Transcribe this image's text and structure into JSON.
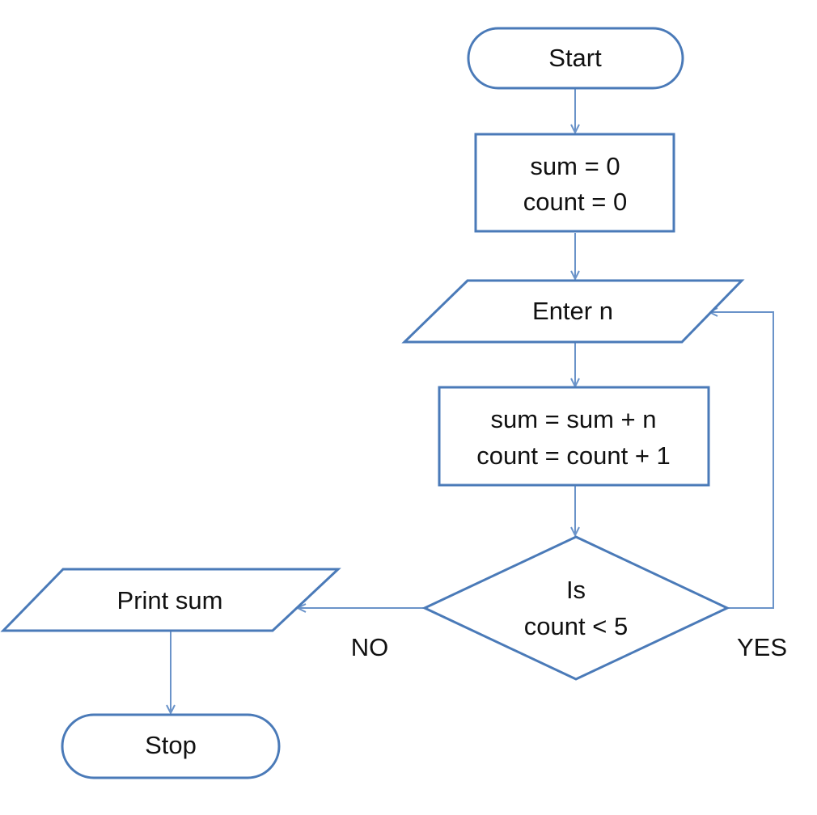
{
  "diagram": {
    "colors": {
      "shape_stroke": "#4a7ab8",
      "connector_stroke": "#6a93c9",
      "shape_fill": "#ffffff",
      "text": "#111111"
    },
    "nodes": {
      "start": {
        "shape": "terminator",
        "label": "Start"
      },
      "init": {
        "shape": "process",
        "lines": [
          "sum = 0",
          "count = 0"
        ]
      },
      "enter": {
        "shape": "input-output",
        "label": "Enter n"
      },
      "update": {
        "shape": "process",
        "lines": [
          "sum = sum + n",
          "count = count + 1"
        ]
      },
      "decision": {
        "shape": "decision",
        "lines": [
          "Is",
          "count < 5"
        ]
      },
      "print": {
        "shape": "input-output",
        "label": "Print sum"
      },
      "stop": {
        "shape": "terminator",
        "label": "Stop"
      }
    },
    "edges": [
      {
        "from": "start",
        "to": "init",
        "label": ""
      },
      {
        "from": "init",
        "to": "enter",
        "label": ""
      },
      {
        "from": "enter",
        "to": "update",
        "label": ""
      },
      {
        "from": "update",
        "to": "decision",
        "label": ""
      },
      {
        "from": "decision",
        "to": "enter",
        "label": "YES"
      },
      {
        "from": "decision",
        "to": "print",
        "label": "NO"
      },
      {
        "from": "print",
        "to": "stop",
        "label": ""
      }
    ]
  }
}
